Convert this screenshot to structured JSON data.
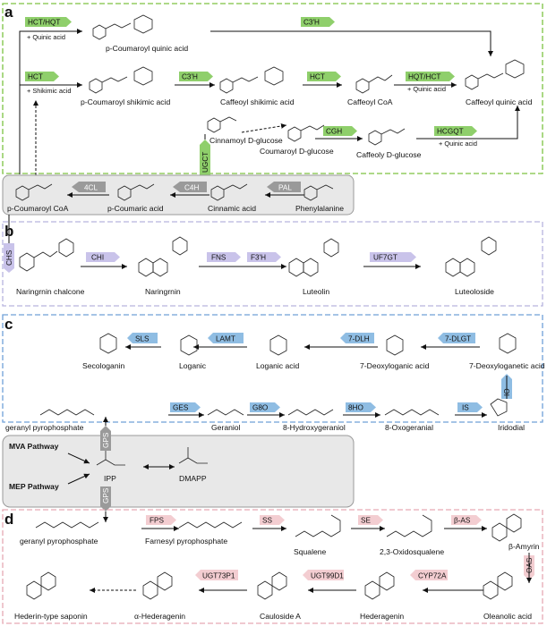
{
  "panels": {
    "a": {
      "letter": "a",
      "compounds": {
        "p_coumaroyl_quinic": "p-Coumaroyl quinic acid",
        "p_coumaroyl_shikimic": "p-Coumaroyl shikimic acid",
        "caffeoyl_shikimic": "Caffeoyl shikimic acid",
        "caffeoyl_coa": "Caffeoyl CoA",
        "caffeoyl_quinic": "Caffeoyl quinic acid",
        "cinnamoyl_glucose": "Cinnamoyl D-glucose",
        "coumaroyl_glucose": "Coumaroyl D-glucose",
        "caffeoly_glucose": "Caffeoly D-glucose"
      },
      "enzymes": {
        "hct_hqt": "HCT/HQT",
        "c3h_top": "C3'H",
        "hct_1": "HCT",
        "c3h_mid": "C3'H",
        "hct_2": "HCT",
        "hqt_hct": "HQT/HCT",
        "cgh": "CGH",
        "hcgqt": "HCGQT",
        "ugct": "UGCT"
      },
      "cofactors": {
        "quinic_1": "+ Quinic acid",
        "shikimic": "+ Shikimic acid",
        "quinic_2": "+ Quinic acid",
        "quinic_3": "+ Quinic acid"
      }
    },
    "phenylpropanoid": {
      "compounds": {
        "p_coumaroyl_coa": "p-Coumaroyl CoA",
        "p_coumaric": "p-Coumaric acid",
        "cinnamic": "Cinnamic acid",
        "phenylalanine": "Phenylalanine"
      },
      "enzymes": {
        "c4l": "4CL",
        "c4h": "C4H",
        "pal": "PAL"
      }
    },
    "b": {
      "letter": "b",
      "compounds": {
        "naringrnin_chalcone": "Naringrnin chalcone",
        "naringrnin": "Naringrnin",
        "luteolin": "Luteolin",
        "luteoloside": "Luteoloside"
      },
      "enzymes": {
        "chs": "CHS",
        "chi": "CHI",
        "fns": "FNS",
        "f3h": "F3'H",
        "uf7gt": "UF7GT"
      }
    },
    "c": {
      "letter": "c",
      "compounds": {
        "secologanin": "Secologanin",
        "loganic": "Loganic",
        "loganic_acid": "Loganic acid",
        "deoxyloganic_acid": "7-Deoxyloganic acid",
        "deoxyloganetic_acid": "7-Deoxyloganetic acid",
        "gpp": "geranyl pyrophosphate",
        "geraniol": "Geraniol",
        "hydroxygeraniol": "8-Hydroxygeraniol",
        "oxogeranial": "8-Oxogeranial",
        "iridodial": "Iridodial"
      },
      "enzymes": {
        "sls": "SLS",
        "lamt": "LAMT",
        "dlh": "7-DLH",
        "dlgt": "7-DLGT",
        "io": "IO",
        "ges": "GES",
        "g8o": "G8O",
        "hob": "8HO",
        "is": "IS"
      }
    },
    "mva": {
      "mva_pathway": "MVA Pathway",
      "mep_pathway": "MEP Pathway",
      "ipp": "IPP",
      "dmapp": "DMAPP",
      "gps_top": "GPS",
      "gps_bottom": "GPS"
    },
    "d": {
      "letter": "d",
      "compounds": {
        "gpp": "geranyl pyrophosphate",
        "fpp": "Farnesyl pyrophosphate",
        "squalene": "Squalene",
        "oxidosqualene": "2,3-Oxidosqualene",
        "amyrin": "β-Amyrin",
        "oleanolic": "Oleanolic acid",
        "hederagenin": "Hederagenin",
        "cauloside": "Cauloside A",
        "a_hederagenin": "α-Hederagenin",
        "saponin": "Hederin-type saponin"
      },
      "enzymes": {
        "fps": "FPS",
        "ss": "SS",
        "se": "SE",
        "bas": "β-AS",
        "oas": "OAS",
        "cyp72a": "CYP72A",
        "ugt99d1": "UGT99D1",
        "ugt73p1": "UGT73P1"
      }
    }
  },
  "colors": {
    "panel_a_border": "#7dc242",
    "panel_a_arrow": "#8fcf6b",
    "phenyl_box_fill": "#e8e8e8",
    "phenyl_arrow": "#9a9a9a",
    "panel_b_border": "#b7b3de",
    "panel_b_arrow": "#c9c3ea",
    "panel_c_border": "#6fa0d8",
    "panel_c_arrow": "#8fbde3",
    "panel_d_border": "#e6a9b3",
    "panel_d_arrow": "#f3cdd1"
  }
}
